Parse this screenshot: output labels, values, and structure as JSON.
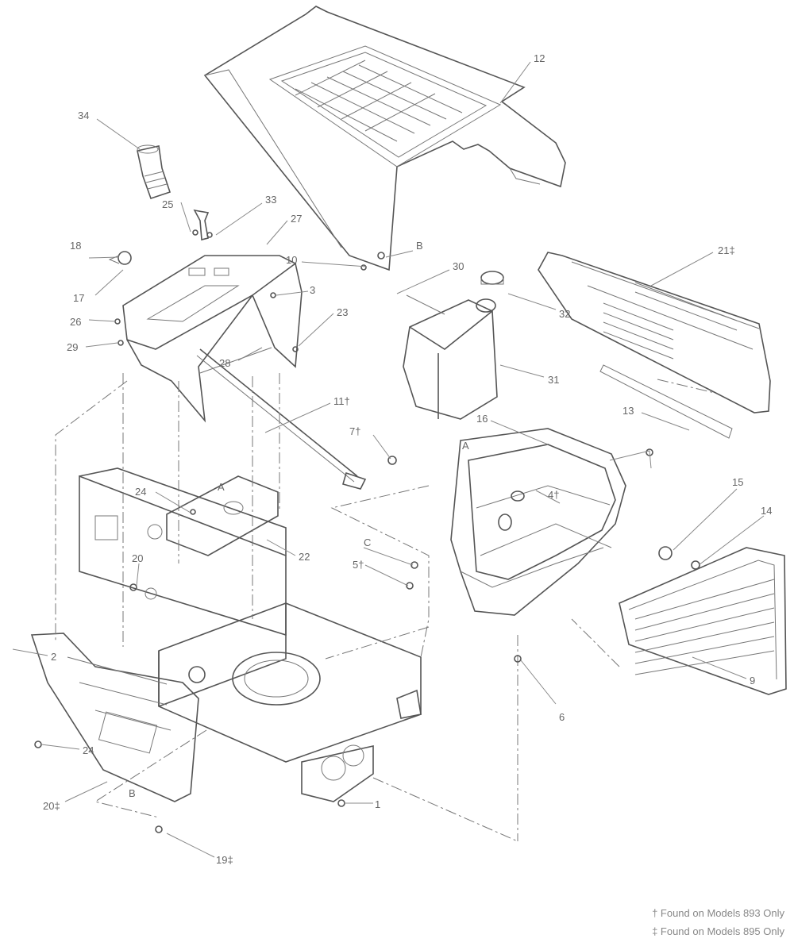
{
  "callouts": [
    {
      "id": "c12",
      "text": "12"
    },
    {
      "id": "c34",
      "text": "34"
    },
    {
      "id": "c25",
      "text": "25"
    },
    {
      "id": "c33",
      "text": "33"
    },
    {
      "id": "c27",
      "text": "27"
    },
    {
      "id": "c18",
      "text": "18"
    },
    {
      "id": "c17",
      "text": "17"
    },
    {
      "id": "cB1",
      "text": "B"
    },
    {
      "id": "c10",
      "text": "10"
    },
    {
      "id": "c3",
      "text": "3"
    },
    {
      "id": "c23",
      "text": "23"
    },
    {
      "id": "c26",
      "text": "26"
    },
    {
      "id": "c29",
      "text": "29"
    },
    {
      "id": "c28",
      "text": "28"
    },
    {
      "id": "c30",
      "text": "30"
    },
    {
      "id": "c32",
      "text": "32"
    },
    {
      "id": "c31",
      "text": "31"
    },
    {
      "id": "c21",
      "text": "21‡"
    },
    {
      "id": "cA1",
      "text": "A"
    },
    {
      "id": "c11",
      "text": "11†"
    },
    {
      "id": "c7",
      "text": "7†"
    },
    {
      "id": "c16",
      "text": "16"
    },
    {
      "id": "c13",
      "text": "13"
    },
    {
      "id": "c24",
      "text": "24"
    },
    {
      "id": "cA2",
      "text": "A"
    },
    {
      "id": "c22",
      "text": "22"
    },
    {
      "id": "c20a",
      "text": "20"
    },
    {
      "id": "cC",
      "text": "C"
    },
    {
      "id": "c5",
      "text": "5†"
    },
    {
      "id": "c4",
      "text": "4†"
    },
    {
      "id": "c15",
      "text": "15"
    },
    {
      "id": "c14",
      "text": "14"
    },
    {
      "id": "c2",
      "text": "2"
    },
    {
      "id": "c9",
      "text": "9"
    },
    {
      "id": "c6",
      "text": "6"
    },
    {
      "id": "c24b",
      "text": "24"
    },
    {
      "id": "c20b",
      "text": "20‡"
    },
    {
      "id": "cB2",
      "text": "B"
    },
    {
      "id": "c1",
      "text": "1"
    },
    {
      "id": "c19",
      "text": "19‡"
    }
  ],
  "footnotes": {
    "dagger": "† Found on Models 893 Only",
    "double_dagger": "‡ Found on Models 895 Only"
  }
}
